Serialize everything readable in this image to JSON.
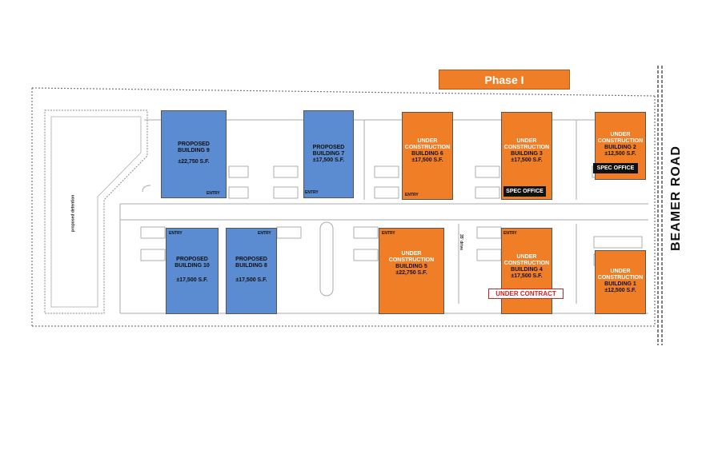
{
  "phase_label": "Phase I",
  "road_name": "BEAMER ROAD",
  "drive_label": "35' drive",
  "detention_label": "proposed detention",
  "entry_label": "ENTRY",
  "spec_office_label": "SPEC OFFICE",
  "under_contract_label": "UNDER CONTRACT",
  "colors": {
    "proposed": "#5b8bd0",
    "construction": "#f07e26",
    "phase_banner": "#f07e26",
    "contract_text": "#d62020"
  },
  "buildings": {
    "b9": {
      "l1": "PROPOSED",
      "l2": "BUILDING 9",
      "sqft": "±22,750 S.F."
    },
    "b7": {
      "l1": "PROPOSED",
      "l2": "BUILDING 7",
      "sqft": "±17,500 S.F."
    },
    "b6": {
      "l1": "UNDER",
      "l2": "CONSTRUCTION",
      "l3": "BUILDING 6",
      "sqft": "±17,500 S.F."
    },
    "b3": {
      "l1": "UNDER",
      "l2": "CONSTRUCTION",
      "l3": "BUILDING 3",
      "sqft": "±17,500 S.F."
    },
    "b2": {
      "l1": "UNDER",
      "l2": "CONSTRUCTION",
      "l3": "BUILDING 2",
      "sqft": "±12,500 S.F."
    },
    "b10": {
      "l1": "PROPOSED",
      "l2": "BUILDING 10",
      "sqft": "±17,500 S.F."
    },
    "b8": {
      "l1": "PROPOSED",
      "l2": "BUILDING 8",
      "sqft": "±17,500 S.F."
    },
    "b5": {
      "l1": "UNDER",
      "l2": "CONSTRUCTION",
      "l3": "BUILDING 5",
      "sqft": "±22,750 S.F."
    },
    "b4": {
      "l1": "UNDER",
      "l2": "CONSTRUCTION",
      "l3": "BUILDING 4",
      "sqft": "±17,500 S.F."
    },
    "b1": {
      "l1": "UNDER",
      "l2": "CONSTRUCTION",
      "l3": "BUILDING 1",
      "sqft": "±12,500 S.F."
    }
  }
}
